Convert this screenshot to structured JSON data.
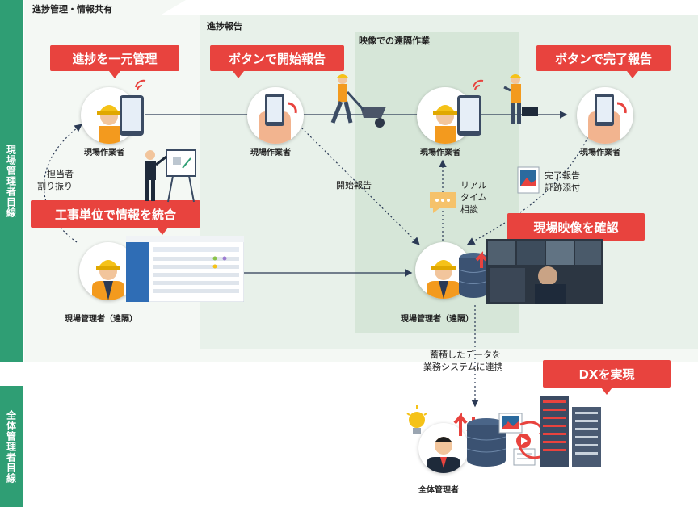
{
  "sidebar": {
    "top_label": "現場管理者目線",
    "bottom_label": "全体管理者目線"
  },
  "sections": {
    "outer": "進捗管理・情報共有",
    "report": "進捗報告",
    "video": "映像での遠隔作業"
  },
  "callouts": {
    "unified": "進捗を一元管理",
    "start_button": "ボタンで開始報告",
    "done_button": "ボタンで完了報告",
    "integrate": "工事単位で情報を統合",
    "confirm_video": "現場映像を確認",
    "dx": "DXを実現"
  },
  "roles": {
    "worker1": "現場作業者",
    "worker2": "現場作業者",
    "worker3": "現場作業者",
    "worker4": "現場作業者",
    "manager_left": "現場管理者（遠隔）",
    "manager_center": "現場管理者（遠隔）",
    "overall": "全体管理者"
  },
  "notes": {
    "assign_1": "担当者",
    "assign_2": "割り振り",
    "start_report": "開始報告",
    "realtime_1": "リアル",
    "realtime_2": "タイム",
    "realtime_3": "相談",
    "done_1": "完了報告",
    "done_2": "証跡添付",
    "link_1": "蓄積したデータを",
    "link_2": "業務システムに連携"
  },
  "colors": {
    "sidebar": "#2f9e74",
    "band": "#e8f1ea",
    "video_band": "#d6e6d8",
    "callout": "#e8433e",
    "line": "#2b3a55"
  }
}
